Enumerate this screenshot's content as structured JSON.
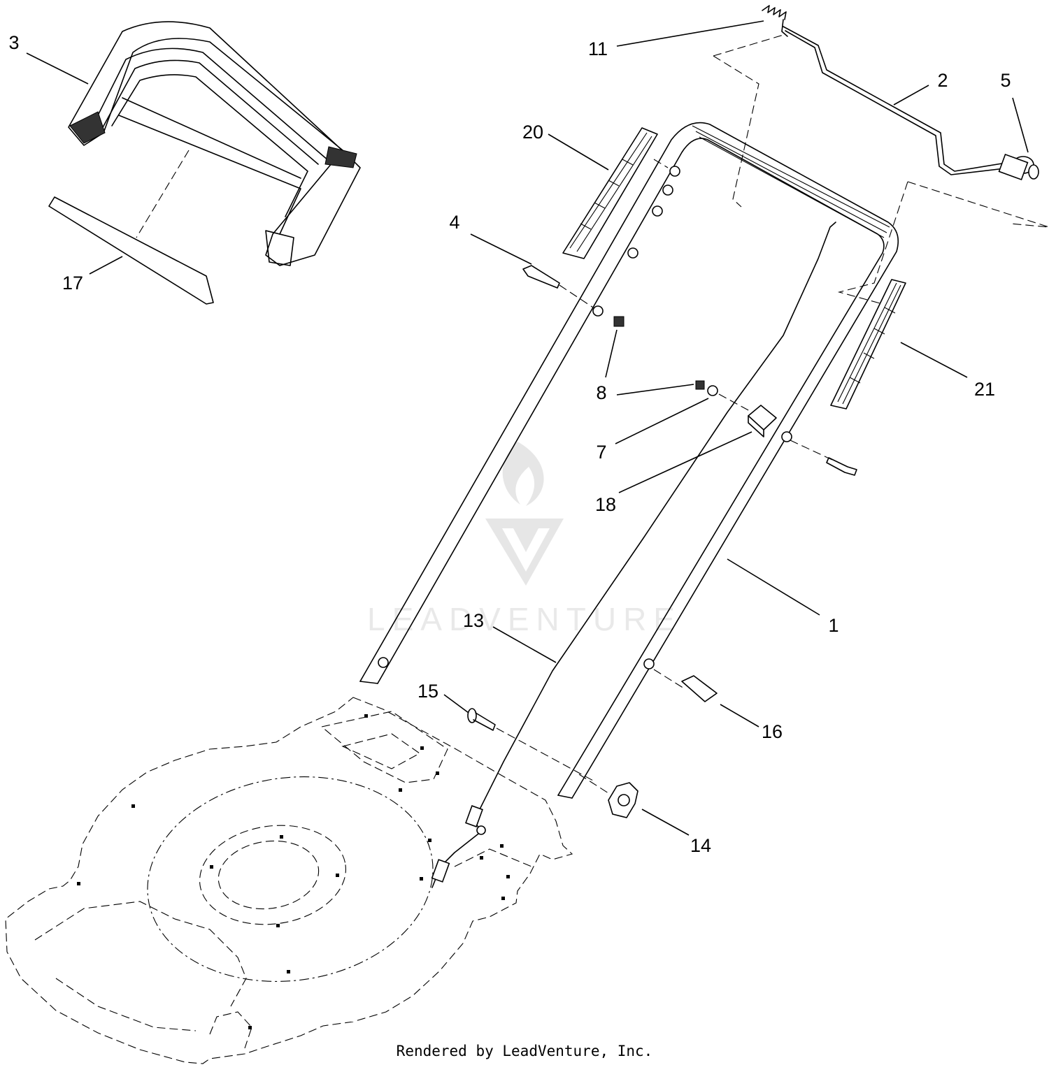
{
  "diagram": {
    "callouts": [
      "1",
      "2",
      "3",
      "4",
      "5",
      "7",
      "8",
      "8",
      "11",
      "13",
      "14",
      "15",
      "16",
      "17",
      "18",
      "20",
      "21"
    ],
    "watermark": "LEADVENTURE",
    "footer": "Rendered by LeadVenture, Inc."
  }
}
